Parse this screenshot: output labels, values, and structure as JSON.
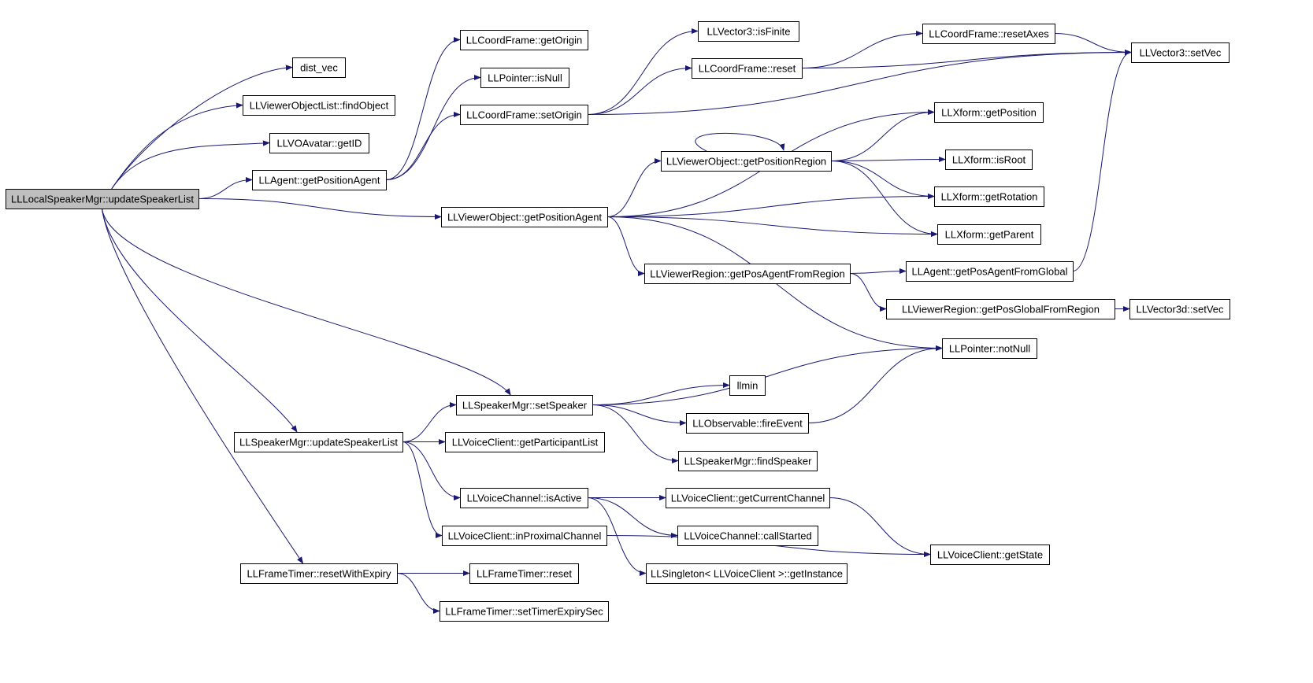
{
  "graph": {
    "colors": {
      "edge": "#191970",
      "root_fill": "#bfbfbf",
      "node_fill": "#ffffff",
      "border": "#000000"
    },
    "nodes": [
      {
        "id": "n_local_update",
        "label": "LLLocalSpeakerMgr::updateSpeakerList",
        "root": true
      },
      {
        "id": "n_dist_vec",
        "label": "dist_vec"
      },
      {
        "id": "n_findobject",
        "label": "LLViewerObjectList::findObject"
      },
      {
        "id": "n_getid",
        "label": "LLVOAvatar::getID"
      },
      {
        "id": "n_agent_getposagent",
        "label": "LLAgent::getPositionAgent"
      },
      {
        "id": "n_cf_getorigin",
        "label": "LLCoordFrame::getOrigin"
      },
      {
        "id": "n_ptr_isnull",
        "label": "LLPointer::isNull"
      },
      {
        "id": "n_cf_setorigin",
        "label": "LLCoordFrame::setOrigin"
      },
      {
        "id": "n_v3_isfinite",
        "label": "LLVector3::isFinite"
      },
      {
        "id": "n_cf_reset",
        "label": "LLCoordFrame::reset"
      },
      {
        "id": "n_cf_resetaxes",
        "label": "LLCoordFrame::resetAxes"
      },
      {
        "id": "n_v3_setvec",
        "label": "LLVector3::setVec"
      },
      {
        "id": "n_xf_getpos",
        "label": "LLXform::getPosition"
      },
      {
        "id": "n_vo_getposregion",
        "label": "LLViewerObject::getPositionRegion"
      },
      {
        "id": "n_xf_isroot",
        "label": "LLXform::isRoot"
      },
      {
        "id": "n_xf_getrot",
        "label": "LLXform::getRotation"
      },
      {
        "id": "n_vo_getposagent",
        "label": "LLViewerObject::getPositionAgent"
      },
      {
        "id": "n_xf_getparent",
        "label": "LLXform::getParent"
      },
      {
        "id": "n_vr_agentfromregion",
        "label": "LLViewerRegion::getPosAgentFromRegion"
      },
      {
        "id": "n_agent_fromglobal",
        "label": "LLAgent::getPosAgentFromGlobal"
      },
      {
        "id": "n_vr_globalfromregion",
        "label": "LLViewerRegion::getPosGlobalFromRegion"
      },
      {
        "id": "n_v3d_setvec",
        "label": "LLVector3d::setVec"
      },
      {
        "id": "n_ptr_notnull",
        "label": "LLPointer::notNull"
      },
      {
        "id": "n_llmin",
        "label": "llmin"
      },
      {
        "id": "n_sm_setspeaker",
        "label": "LLSpeakerMgr::setSpeaker"
      },
      {
        "id": "n_obs_fire",
        "label": "LLObservable::fireEvent"
      },
      {
        "id": "n_sm_update",
        "label": "LLSpeakerMgr::updateSpeakerList"
      },
      {
        "id": "n_vc_participants",
        "label": "LLVoiceClient::getParticipantList"
      },
      {
        "id": "n_sm_findspeaker",
        "label": "LLSpeakerMgr::findSpeaker"
      },
      {
        "id": "n_vch_isactive",
        "label": "LLVoiceChannel::isActive"
      },
      {
        "id": "n_vc_currentchannel",
        "label": "LLVoiceClient::getCurrentChannel"
      },
      {
        "id": "n_vc_inproximal",
        "label": "LLVoiceClient::inProximalChannel"
      },
      {
        "id": "n_vch_callstarted",
        "label": "LLVoiceChannel::callStarted"
      },
      {
        "id": "n_vc_getstate",
        "label": "LLVoiceClient::getState"
      },
      {
        "id": "n_ft_resetexpiry",
        "label": "LLFrameTimer::resetWithExpiry"
      },
      {
        "id": "n_ft_reset",
        "label": "LLFrameTimer::reset"
      },
      {
        "id": "n_singleton",
        "label": "LLSingleton< LLVoiceClient >::getInstance"
      },
      {
        "id": "n_ft_settimer",
        "label": "LLFrameTimer::setTimerExpirySec"
      }
    ],
    "edges": [
      {
        "from": "n_local_update",
        "to": "n_dist_vec"
      },
      {
        "from": "n_local_update",
        "to": "n_findobject"
      },
      {
        "from": "n_local_update",
        "to": "n_getid"
      },
      {
        "from": "n_local_update",
        "to": "n_agent_getposagent"
      },
      {
        "from": "n_local_update",
        "to": "n_vo_getposagent"
      },
      {
        "from": "n_local_update",
        "to": "n_sm_setspeaker"
      },
      {
        "from": "n_local_update",
        "to": "n_sm_update"
      },
      {
        "from": "n_local_update",
        "to": "n_ft_resetexpiry"
      },
      {
        "from": "n_agent_getposagent",
        "to": "n_cf_getorigin"
      },
      {
        "from": "n_agent_getposagent",
        "to": "n_ptr_isnull"
      },
      {
        "from": "n_agent_getposagent",
        "to": "n_cf_setorigin"
      },
      {
        "from": "n_cf_setorigin",
        "to": "n_v3_isfinite"
      },
      {
        "from": "n_cf_setorigin",
        "to": "n_cf_reset"
      },
      {
        "from": "n_cf_setorigin",
        "to": "n_v3_setvec"
      },
      {
        "from": "n_cf_reset",
        "to": "n_cf_resetaxes"
      },
      {
        "from": "n_cf_reset",
        "to": "n_v3_setvec"
      },
      {
        "from": "n_cf_resetaxes",
        "to": "n_v3_setvec"
      },
      {
        "from": "n_vo_getposagent",
        "to": "n_xf_getpos"
      },
      {
        "from": "n_vo_getposagent",
        "to": "n_vo_getposregion"
      },
      {
        "from": "n_vo_getposagent",
        "to": "n_xf_getrot"
      },
      {
        "from": "n_vo_getposagent",
        "to": "n_xf_getparent"
      },
      {
        "from": "n_vo_getposagent",
        "to": "n_vr_agentfromregion"
      },
      {
        "from": "n_vo_getposagent",
        "to": "n_ptr_notnull"
      },
      {
        "from": "n_vo_getposregion",
        "to": "n_vo_getposregion"
      },
      {
        "from": "n_vo_getposregion",
        "to": "n_xf_getpos"
      },
      {
        "from": "n_vo_getposregion",
        "to": "n_xf_isroot"
      },
      {
        "from": "n_vo_getposregion",
        "to": "n_xf_getrot"
      },
      {
        "from": "n_vo_getposregion",
        "to": "n_xf_getparent"
      },
      {
        "from": "n_vr_agentfromregion",
        "to": "n_agent_fromglobal"
      },
      {
        "from": "n_vr_agentfromregion",
        "to": "n_vr_globalfromregion"
      },
      {
        "from": "n_agent_fromglobal",
        "to": "n_v3_setvec"
      },
      {
        "from": "n_vr_globalfromregion",
        "to": "n_v3d_setvec"
      },
      {
        "from": "n_sm_setspeaker",
        "to": "n_ptr_notnull"
      },
      {
        "from": "n_sm_setspeaker",
        "to": "n_llmin"
      },
      {
        "from": "n_sm_setspeaker",
        "to": "n_obs_fire"
      },
      {
        "from": "n_sm_setspeaker",
        "to": "n_sm_findspeaker"
      },
      {
        "from": "n_obs_fire",
        "to": "n_ptr_notnull"
      },
      {
        "from": "n_sm_update",
        "to": "n_sm_setspeaker"
      },
      {
        "from": "n_sm_update",
        "to": "n_vc_participants"
      },
      {
        "from": "n_sm_update",
        "to": "n_vch_isactive"
      },
      {
        "from": "n_sm_update",
        "to": "n_vc_inproximal"
      },
      {
        "from": "n_vch_isactive",
        "to": "n_vc_currentchannel"
      },
      {
        "from": "n_vch_isactive",
        "to": "n_vch_callstarted"
      },
      {
        "from": "n_vch_isactive",
        "to": "n_singleton"
      },
      {
        "from": "n_vc_currentchannel",
        "to": "n_vc_getstate"
      },
      {
        "from": "n_vc_inproximal",
        "to": "n_vc_getstate"
      },
      {
        "from": "n_ft_resetexpiry",
        "to": "n_ft_reset"
      },
      {
        "from": "n_ft_resetexpiry",
        "to": "n_ft_settimer"
      }
    ]
  }
}
